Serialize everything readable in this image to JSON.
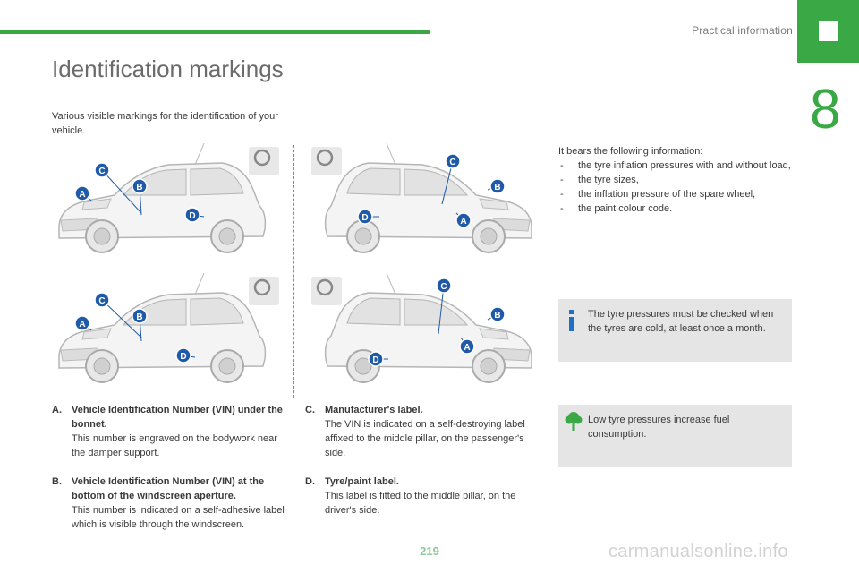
{
  "header": {
    "section_title": "Practical information",
    "chapter_number": "8"
  },
  "page": {
    "title": "Identification markings",
    "intro": "Various visible markings for the identification of your vehicle.",
    "page_number": "219",
    "watermark": "carmanualsonline.info"
  },
  "figures": {
    "marker_labels": [
      "A",
      "B",
      "C",
      "D"
    ]
  },
  "items": [
    {
      "letter": "A.",
      "head": "Vehicle Identification Number (VIN) under the bonnet.",
      "body": "This number is engraved on the bodywork near the damper support."
    },
    {
      "letter": "B.",
      "head": "Vehicle Identification Number (VIN) at the bottom of the windscreen aperture.",
      "body": "This number is indicated on a self-adhesive label which is visible through the windscreen."
    },
    {
      "letter": "C.",
      "head": "Manufacturer's label.",
      "body": "The VIN is indicated on a self-destroying label affixed to the middle pillar, on the passenger's side."
    },
    {
      "letter": "D.",
      "head": "Tyre/paint label.",
      "body": "This label is fitted to the middle pillar, on the driver's side."
    }
  ],
  "info": {
    "intro": "It bears the following information:",
    "bullets": [
      "the tyre inflation pressures with and without load,",
      "the tyre sizes,",
      "the inflation pressure of the spare wheel,",
      "the paint colour code."
    ]
  },
  "notes": [
    {
      "icon": "info-icon",
      "text": "The tyre pressures must be checked when the tyres are cold, at least once a month."
    },
    {
      "icon": "tree-icon",
      "text": "Low tyre pressures increase fuel consumption."
    }
  ],
  "colors": {
    "accent": "#39a845",
    "marker_blue": "#1f5aa8",
    "note_bg": "#e5e5e5",
    "info_icon": "#1f6fc4"
  }
}
